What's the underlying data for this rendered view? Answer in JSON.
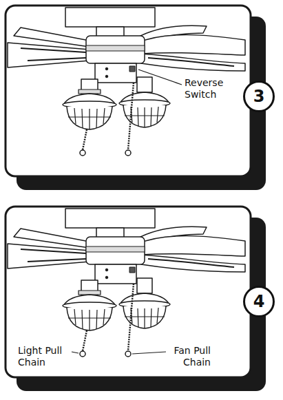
{
  "diagram": {
    "nodes": [
      {
        "text": [
          "3"
        ]
      },
      {
        "text": [
          "4"
        ]
      }
    ],
    "labels": [
      "Reverse Switch",
      "Light Pull Chain",
      "Fan Pull Chain"
    ]
  }
}
